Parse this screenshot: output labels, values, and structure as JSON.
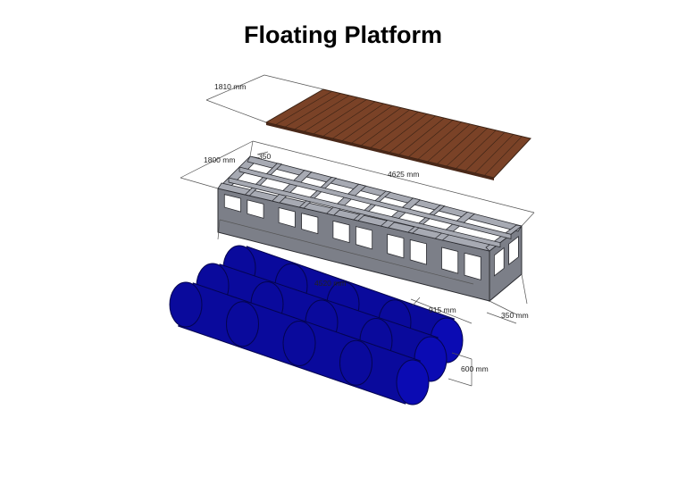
{
  "title": "Floating Platform",
  "dimensions": {
    "deck_width": "1810 mm",
    "frame_width": "1800 mm",
    "frame_length": "4625 mm",
    "frame_height": "350",
    "float_length": "4520 mm",
    "float_spacing": "915 mm",
    "frame_depth": "350 mm",
    "float_diameter": "600 mm"
  },
  "colors": {
    "deck": "#7a4227",
    "frame": "#8a8d96",
    "floats": "#0a0a9c"
  }
}
